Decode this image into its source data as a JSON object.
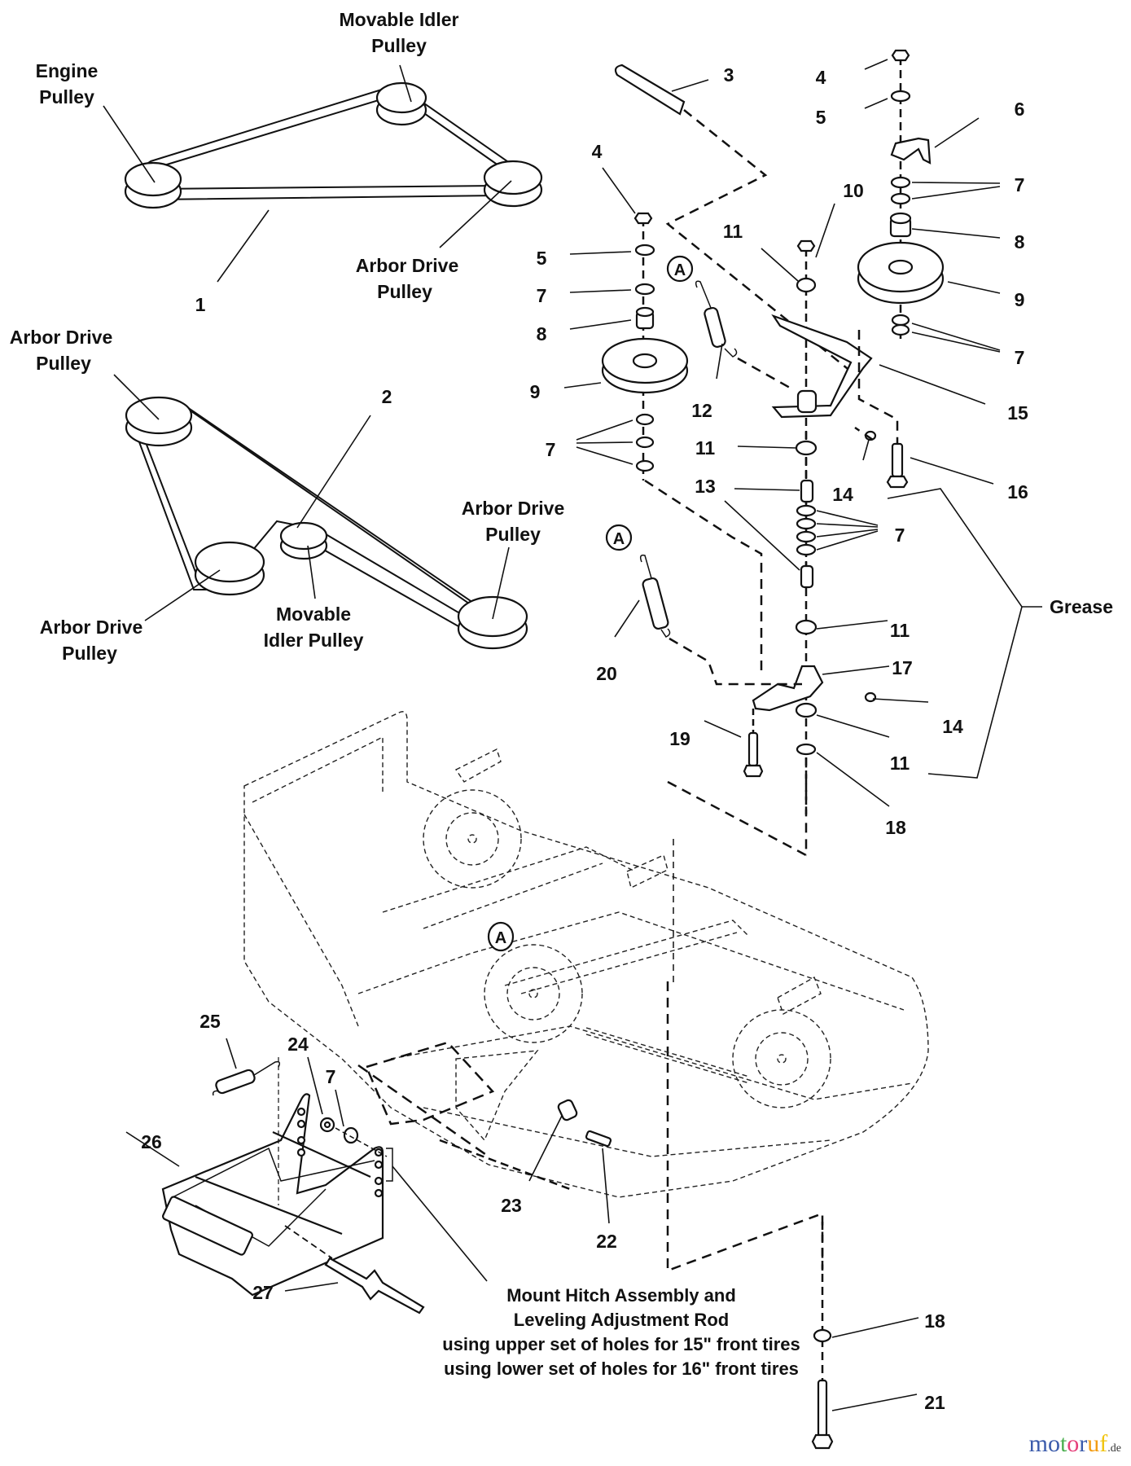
{
  "diagram": {
    "belt_diagrams": [
      {
        "part_number": "1",
        "pulleys": [
          {
            "label_lines": [
              "Engine",
              "Pulley"
            ]
          },
          {
            "label_lines": [
              "Movable Idler",
              "Pulley"
            ]
          },
          {
            "label_lines": [
              "Arbor Drive",
              "Pulley"
            ]
          }
        ]
      },
      {
        "part_number": "2",
        "pulleys": [
          {
            "label_lines": [
              "Arbor Drive",
              "Pulley"
            ]
          },
          {
            "label_lines": [
              "Arbor Drive",
              "Pulley"
            ]
          },
          {
            "label_lines": [
              "Movable",
              "Idler Pulley"
            ]
          },
          {
            "label_lines": [
              "Arbor Drive",
              "Pulley"
            ]
          }
        ]
      }
    ],
    "part_labels": [
      "3",
      "4",
      "5",
      "6",
      "7",
      "7",
      "8",
      "9",
      "7",
      "4",
      "5",
      "7",
      "8",
      "9",
      "7",
      "10",
      "11",
      "12",
      "15",
      "11",
      "14",
      "16",
      "13",
      "7",
      "Grease",
      "11",
      "17",
      "14",
      "11",
      "18",
      "19",
      "20",
      "21",
      "18",
      "22",
      "23",
      "24",
      "7",
      "25",
      "26",
      "27"
    ],
    "callout_letter": "A",
    "grease_label": "Grease",
    "mount_note_lines": [
      "Mount Hitch Assembly and",
      "Leveling Adjustment Rod",
      "using upper set of holes for 15\" front tires",
      "using lower set of holes for 16\" front tires"
    ]
  },
  "watermark": {
    "letters": [
      "m",
      "o",
      "t",
      "o",
      "r",
      "u",
      "f"
    ],
    "colors": [
      "#3b5bab",
      "#3b5bab",
      "#4caf50",
      "#e53f7a",
      "#3b5bab",
      "#f39c12",
      "#f1c40f"
    ],
    "tld": ".de"
  }
}
